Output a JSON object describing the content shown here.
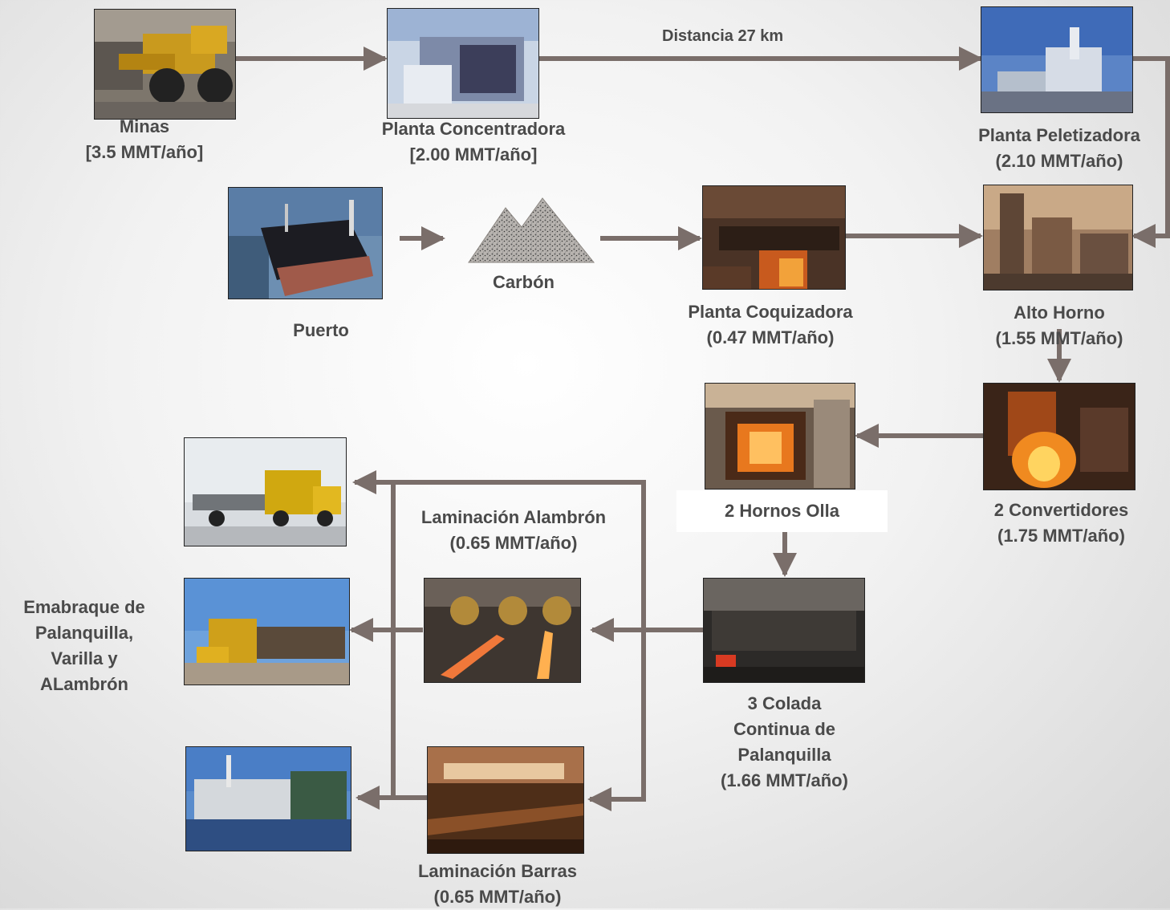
{
  "stations": {
    "minas": {
      "name": "Minas",
      "capacity": "[3.5 MMT/año]"
    },
    "concentradora": {
      "name": "Planta Concentradora",
      "capacity": "[2.00  MMT/año]"
    },
    "peletizadora": {
      "name": "Planta Peletizadora",
      "capacity": "(2.10 MMT/año)"
    },
    "puerto": {
      "name": "Puerto"
    },
    "carbon": {
      "name": "Carbón"
    },
    "coquizadora": {
      "name": "Planta Coquizadora",
      "capacity": "(0.47 MMT/año)"
    },
    "alto_horno": {
      "name": "Alto Horno",
      "capacity": "(1.55 MMT/año)"
    },
    "convertidores": {
      "name": "2 Convertidores",
      "capacity": "(1.75 MMT/año)"
    },
    "hornos_olla": {
      "name": "2 Hornos Olla"
    },
    "colada": {
      "line1": "3 Colada",
      "line2": "Continua de",
      "line3": "Palanquilla",
      "capacity": "(1.66 MMT/año)"
    },
    "lam_alambron": {
      "name": "Laminación Alambrón",
      "capacity": "(0.65 MMT/año)"
    },
    "lam_barras": {
      "name": "Laminación Barras",
      "capacity": "(0.65 MMT/año)"
    },
    "embarque": {
      "line1": "Emabraque de",
      "line2": "Palanquilla,",
      "line3": "Varilla y",
      "line4": "ALambrón"
    }
  },
  "distance_label": "Distancia 27 km",
  "colors": {
    "arrow": "#7a6e6a",
    "text": "#4a4a4a",
    "background": "#ececec"
  }
}
